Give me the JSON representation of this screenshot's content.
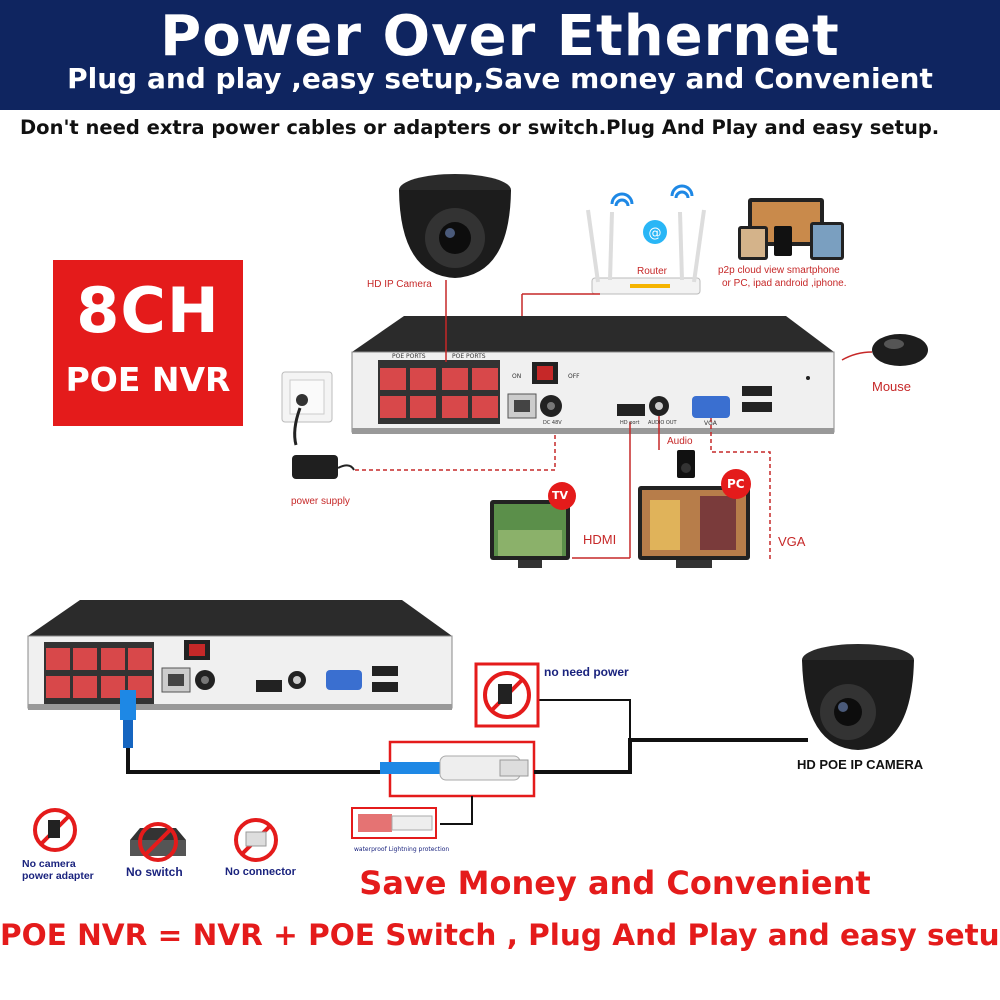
{
  "header": {
    "title": "Power Over Ethernet",
    "subtitle": "Plug and play ,easy setup,Save money and Convenient"
  },
  "intro": "Don't need extra power cables or adapters or switch.Plug And Play and easy setup.",
  "badge": {
    "line1": "8CH",
    "line2": "POE NVR"
  },
  "top_diagram": {
    "camera_label": "HD IP Camera",
    "router_label": "Router",
    "cloud_label_1": "p2p cloud  view smartphone",
    "cloud_label_2": "or PC, ipad android ,iphone.",
    "mouse_label": "Mouse",
    "power_supply_label": "power supply",
    "audio_label": "Audio",
    "tv_badge": "TV",
    "pc_badge": "PC",
    "hdmi_label": "HDMI",
    "vga_label": "VGA",
    "panel": {
      "poe_ports": "POE PORTS",
      "on": "ON",
      "off": "OFF",
      "dc": "DC 48V",
      "hd_port": "HD port",
      "audio_out": "AUDIO OUT",
      "vga": "VGA"
    }
  },
  "bottom_diagram": {
    "no_need_power": "no need power",
    "camera_label": "HD POE IP CAMERA",
    "waterproof": "waterproof Lightning protection",
    "icons": [
      {
        "line1": "No camera",
        "line2": "power adapter"
      },
      {
        "line1": "No switch",
        "line2": ""
      },
      {
        "line1": "No connector",
        "line2": ""
      }
    ]
  },
  "save_text": "Save Money and Convenient",
  "bottom_text": "POE NVR = NVR + POE Switch , Plug And Play and easy setup.",
  "colors": {
    "header_bg": "#0f2560",
    "accent_red": "#e41b1b",
    "port_red": "#d8484a"
  }
}
